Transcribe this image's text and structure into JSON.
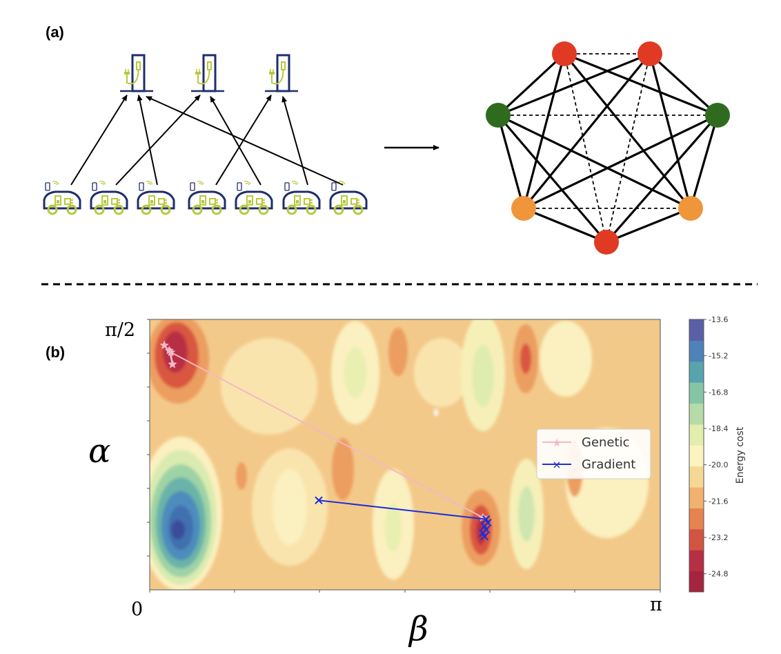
{
  "panel_a": {
    "label": "(a)",
    "chargers": [
      {
        "id": "c1"
      },
      {
        "id": "c2"
      },
      {
        "id": "c3"
      }
    ],
    "cars": [
      {
        "id": "v1"
      },
      {
        "id": "v2"
      },
      {
        "id": "v3"
      },
      {
        "id": "v4"
      },
      {
        "id": "v5"
      },
      {
        "id": "v6"
      },
      {
        "id": "v7"
      }
    ],
    "assignments": [
      [
        0,
        0
      ],
      [
        2,
        0
      ],
      [
        6,
        0
      ],
      [
        1,
        1
      ],
      [
        4,
        1
      ],
      [
        3,
        2
      ],
      [
        5,
        2
      ]
    ],
    "graph_nodes": [
      {
        "id": "n1",
        "color": "#e03a24"
      },
      {
        "id": "n2",
        "color": "#e03a24"
      },
      {
        "id": "n3",
        "color": "#2f6b1e"
      },
      {
        "id": "n4",
        "color": "#2f6b1e"
      },
      {
        "id": "n5",
        "color": "#f0963a"
      },
      {
        "id": "n6",
        "color": "#f0963a"
      },
      {
        "id": "n7",
        "color": "#e03a24"
      }
    ],
    "dashed_edges": [
      [
        0,
        1
      ],
      [
        2,
        3
      ],
      [
        4,
        5
      ],
      [
        0,
        6
      ],
      [
        1,
        6
      ]
    ],
    "solid_edges": [
      [
        0,
        2
      ],
      [
        0,
        3
      ],
      [
        0,
        4
      ],
      [
        0,
        5
      ],
      [
        1,
        2
      ],
      [
        1,
        3
      ],
      [
        1,
        4
      ],
      [
        1,
        5
      ],
      [
        2,
        4
      ],
      [
        2,
        5
      ],
      [
        2,
        6
      ],
      [
        3,
        4
      ],
      [
        3,
        5
      ],
      [
        3,
        6
      ],
      [
        4,
        6
      ],
      [
        5,
        6
      ]
    ],
    "icon_colors": {
      "navy": "#1f2d6b",
      "green": "#b7c93a"
    }
  },
  "panel_b": {
    "label": "(b)",
    "y_top_label": "π/2",
    "x_left_label": "0",
    "x_right_label": "π",
    "y_axis_symbol": "α",
    "x_axis_symbol": "β",
    "colorbar": {
      "label": "Energy cost",
      "ticks": [
        "-13.6",
        "-15.2",
        "-16.8",
        "-18.4",
        "-20.0",
        "-21.6",
        "-23.2",
        "-24.8"
      ]
    },
    "legend": [
      {
        "name": "Genetic",
        "color": "#f2b8c6",
        "marker": "★"
      },
      {
        "name": "Gradient",
        "color": "#1f2fd6",
        "marker": "×"
      }
    ]
  },
  "chart_data": {
    "type": "heatmap",
    "title": "",
    "xlabel": "β",
    "ylabel": "α",
    "xlim": [
      0,
      3.1416
    ],
    "ylim": [
      0,
      1.5708
    ],
    "colorbar_label": "Energy cost",
    "colorbar_range": [
      -25.6,
      -13.6
    ],
    "series": [
      {
        "name": "Genetic",
        "x": [
          0.09,
          0.12,
          0.14,
          0.13,
          2.05
        ],
        "y": [
          1.42,
          1.39,
          1.31,
          1.38,
          0.42
        ]
      },
      {
        "name": "Gradient",
        "x": [
          1.04,
          2.07,
          2.08,
          2.06,
          2.07,
          2.05,
          2.06
        ],
        "y": [
          0.52,
          0.41,
          0.39,
          0.37,
          0.35,
          0.33,
          0.31
        ]
      }
    ]
  }
}
